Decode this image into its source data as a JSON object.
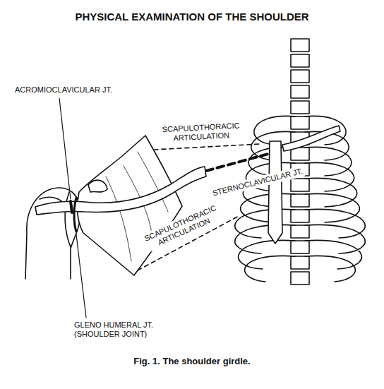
{
  "diagram": {
    "title": "PHYSICAL EXAMINATION OF THE SHOULDER",
    "caption": "Fig. 1. The shoulder girdle.",
    "labels": [
      "ACROMIOCLAVICULAR JT.",
      "SCAPULOTHORACIC ARTICULATION",
      "STERNOCLAVICULAR JT.",
      "SCAPULOTHORACIC ARTICULATION",
      "GLENO HUMERAL JT. (SHOULDER JOINT)"
    ]
  }
}
